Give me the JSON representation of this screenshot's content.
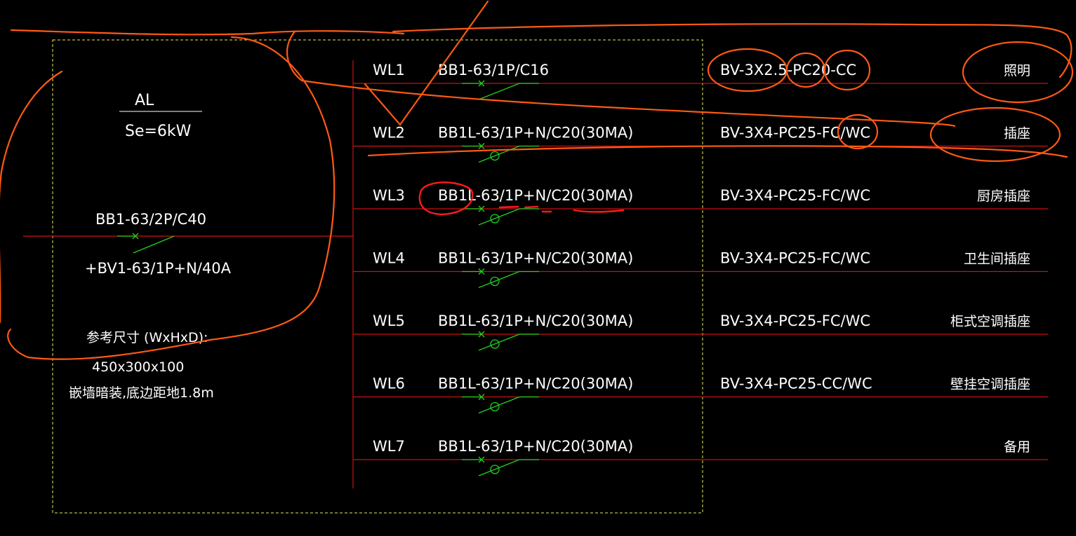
{
  "panel": {
    "name": "AL",
    "power": "Se=6kW",
    "main_breaker": "BB1-63/2P/C40",
    "main_rcd": "+BV1-63/1P+N/40A",
    "size_label": "参考尺寸 (WxHxD):",
    "size_value": "450x300x100",
    "mount_note": "嵌墙暗装,底边距地1.8m"
  },
  "circuits": [
    {
      "id": "WL1",
      "breaker": "BB1-63/1P/C16",
      "cable": "BV-3X2.5-PC20-CC",
      "load": "照明",
      "rcd": false
    },
    {
      "id": "WL2",
      "breaker": "BB1L-63/1P+N/C20(30MA)",
      "cable": "BV-3X4-PC25-FC/WC",
      "load": "插座",
      "rcd": true
    },
    {
      "id": "WL3",
      "breaker": "BB1L-63/1P+N/C20(30MA)",
      "cable": "BV-3X4-PC25-FC/WC",
      "load": "厨房插座",
      "rcd": true
    },
    {
      "id": "WL4",
      "breaker": "BB1L-63/1P+N/C20(30MA)",
      "cable": "BV-3X4-PC25-FC/WC",
      "load": "卫生间插座",
      "rcd": true
    },
    {
      "id": "WL5",
      "breaker": "BB1L-63/1P+N/C20(30MA)",
      "cable": "BV-3X4-PC25-FC/WC",
      "load": "柜式空调插座",
      "rcd": true
    },
    {
      "id": "WL6",
      "breaker": "BB1L-63/1P+N/C20(30MA)",
      "cable": "BV-3X4-PC25-CC/WC",
      "load": "壁挂空调插座",
      "rcd": true
    },
    {
      "id": "WL7",
      "breaker": "BB1L-63/1P+N/C20(30MA)",
      "cable": "",
      "load": "备用",
      "rcd": true
    }
  ],
  "colors": {
    "background": "#000000",
    "wire": "#cc1111",
    "breaker_symbol": "#1fd21f",
    "frame_dashed": "#e8e860",
    "text": "#ffffff",
    "markup": "#ff5a14",
    "markup_red": "#ff1a1a"
  }
}
